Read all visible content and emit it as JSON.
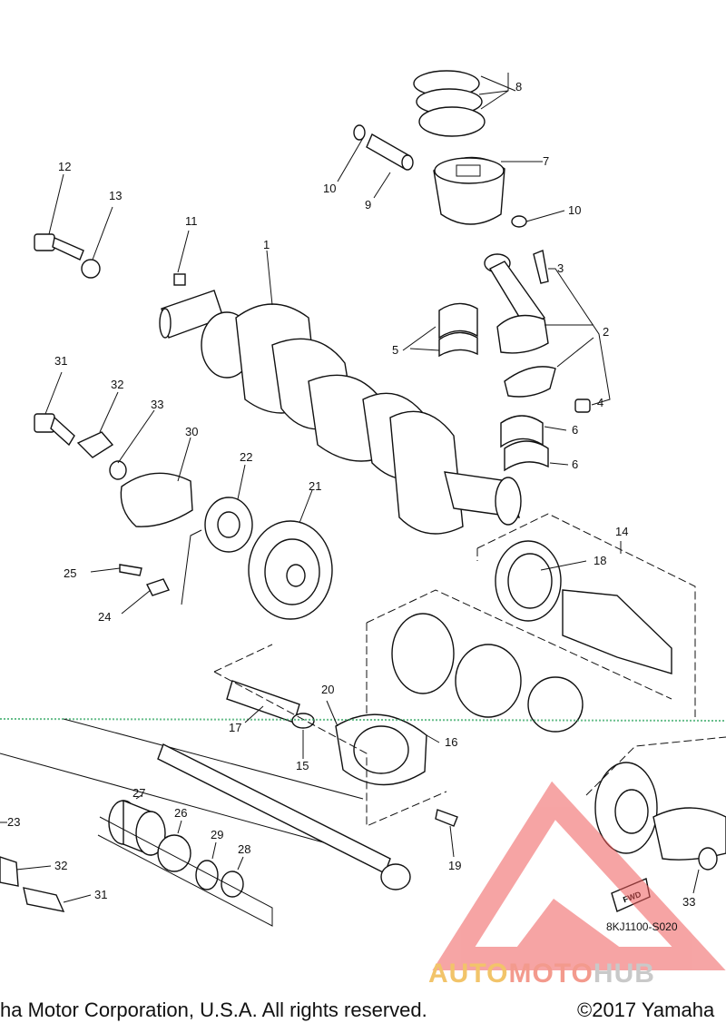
{
  "callouts": [
    "1",
    "2",
    "3",
    "4",
    "5",
    "6",
    "6",
    "7",
    "8",
    "9",
    "10",
    "10",
    "11",
    "12",
    "13",
    "14",
    "15",
    "16",
    "17",
    "18",
    "19",
    "20",
    "21",
    "22",
    "23",
    "24",
    "25",
    "26",
    "27",
    "28",
    "29",
    "30",
    "31",
    "31",
    "32",
    "32",
    "33",
    "33"
  ],
  "fwd_label": "FWD",
  "drawing_code": "8KJ1100-S020",
  "watermark": {
    "part1": "AUTO",
    "part2": "MOTO",
    "part3": "HUB"
  },
  "copyright_left": "ha Motor Corporation, U.S.A. All rights reserved.",
  "copyright_right": "©2017 Yamaha",
  "colors": {
    "watermark_red": "#ef5b5b",
    "watermark_orange": "#f2c46a",
    "watermark_pink": "#f39a8d",
    "watermark_grey": "#c9c9c9",
    "scan_line": "#26a35a"
  }
}
